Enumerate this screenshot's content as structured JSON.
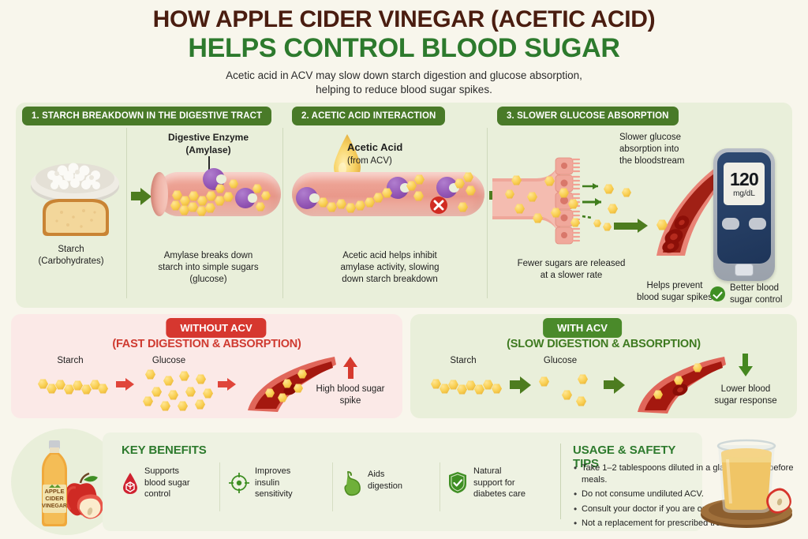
{
  "header": {
    "title_line1": "HOW APPLE CIDER VINEGAR (ACETIC ACID)",
    "title_line2": "HELPS CONTROL BLOOD SUGAR",
    "subtitle_line1": "Acetic acid in ACV may slow down starch digestion and glucose absorption,",
    "subtitle_line2": "helping to reduce blood sugar spikes."
  },
  "steps": [
    {
      "badge": "1. STARCH BREAKDOWN IN THE DIGESTIVE TRACT",
      "food_label_line1": "Starch",
      "food_label_line2": "(Carbohydrates)",
      "enzyme_label_line1": "Digestive Enzyme",
      "enzyme_label_line2": "(Amylase)",
      "caption_line1": "Amylase breaks down",
      "caption_line2": "starch into simple sugars",
      "caption_line3": "(glucose)"
    },
    {
      "badge": "2. ACETIC ACID INTERACTION",
      "drop_label_line1": "Acetic Acid",
      "drop_label_line2": "(from ACV)",
      "caption_line1": "Acetic acid helps inhibit",
      "caption_line2": "amylase activity, slowing",
      "caption_line3": "down starch breakdown"
    },
    {
      "badge": "3. SLOWER GLUCOSE ABSORPTION",
      "absorption_label_line1": "Slower glucose",
      "absorption_label_line2": "absorption into",
      "absorption_label_line3": "the bloodstream",
      "caption_line1": "Fewer sugars are released",
      "caption_line2": "at a slower rate",
      "prevent_label_line1": "Helps prevent",
      "prevent_label_line2": "blood sugar spikes",
      "meter_value": "120",
      "meter_unit": "mg/dL",
      "meter_status_line1": "Better blood",
      "meter_status_line2": "sugar control"
    }
  ],
  "comparison": {
    "without": {
      "badge": "WITHOUT ACV",
      "subtitle": "(FAST DIGESTION & ABSORPTION)",
      "starch_label": "Starch",
      "glucose_label": "Glucose",
      "result_line1": "High blood sugar",
      "result_line2": "spike"
    },
    "with": {
      "badge": "WITH ACV",
      "subtitle": "(SLOW DIGESTION & ABSORPTION)",
      "starch_label": "Starch",
      "glucose_label": "Glucose",
      "result_line1": "Lower blood",
      "result_line2": "sugar response"
    }
  },
  "bottle": {
    "label_line1": "APPLE",
    "label_line2": "CIDER",
    "label_line3": "VINEGAR"
  },
  "key_benefits": {
    "title": "KEY BENEFITS",
    "items": [
      {
        "icon": "blood-drop-icon",
        "line1": "Supports",
        "line2": "blood sugar",
        "line3": "control"
      },
      {
        "icon": "target-crosshair-icon",
        "line1": "Improves",
        "line2": "insulin",
        "line3": "sensitivity"
      },
      {
        "icon": "stomach-icon",
        "line1": "Aids",
        "line2": "digestion",
        "line3": ""
      },
      {
        "icon": "shield-check-icon",
        "line1": "Natural",
        "line2": "support for",
        "line3": "diabetes care"
      }
    ]
  },
  "usage_tips": {
    "title": "USAGE & SAFETY TIPS",
    "items": [
      "Take 1–2 tablespoons diluted in a glass of water before meals.",
      "Do not consume undiluted ACV.",
      "Consult your doctor if you are on diabetes medication.",
      "Not a replacement for prescribed treatment."
    ]
  },
  "colors": {
    "page_bg": "#f8f6ec",
    "panel_green": "#e9efda",
    "badge_green": "#497a28",
    "badge_red": "#d6372f",
    "title_brown": "#4a1d10",
    "title_green": "#2d7a2d",
    "pink_bg": "#fbe9e7"
  }
}
